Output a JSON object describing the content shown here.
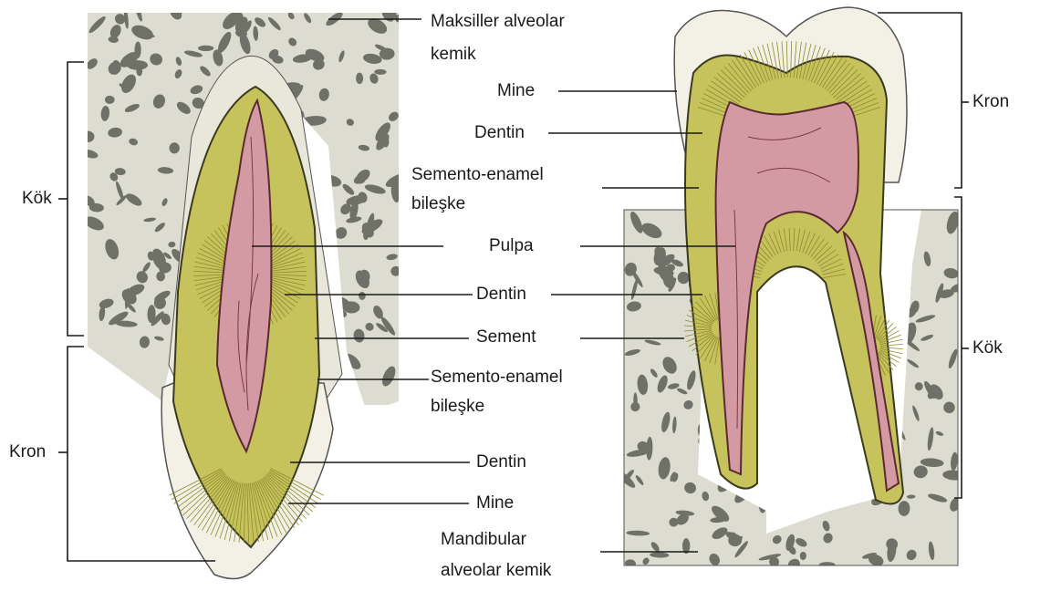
{
  "colors": {
    "bone_background": "#dcdcd0",
    "bone_trabecula": "#6f7168",
    "dentin": "#c6c35c",
    "dentin_stripe": "#8e8a2e",
    "pulp": "#d49aa3",
    "enamel": "#f3f1e6",
    "ligament": "#e9e7da",
    "leader_line": "#1a1a1a"
  },
  "labels": {
    "maxillary_bone": [
      "Maksiller alveolar",
      "kemik"
    ],
    "left_mine_top": "Mine",
    "right_dentin_top": "Dentin",
    "cej_upper": [
      "Semento-enamel",
      "bileşke"
    ],
    "pulpa": "Pulpa",
    "center_dentin": "Dentin",
    "sement": "Sement",
    "cej_lower": [
      "Semento-enamel",
      "bileşke"
    ],
    "left_dentin_lower": "Dentin",
    "left_mine_lower": "Mine",
    "mandibular_bone": [
      "Mandibular",
      "alveolar kemik"
    ],
    "left_kok": "Kök",
    "left_kron": "Kron",
    "right_kron": "Kron",
    "right_kok": "Kök"
  }
}
